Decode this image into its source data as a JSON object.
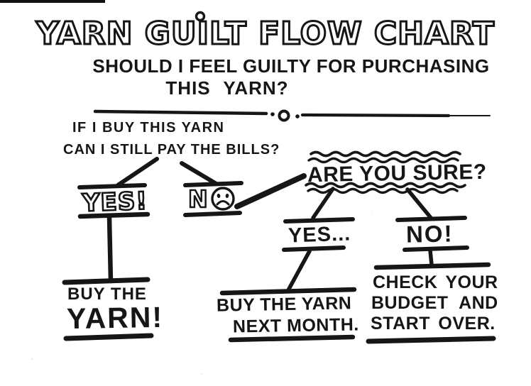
{
  "page": {
    "title": "YARN GUILT FLOW CHART",
    "subtitle_line1": "SHOULD I FEEL GUILTY FOR PURCHASING",
    "subtitle_line2": "THIS YARN?"
  },
  "flowchart": {
    "question_line1": "IF I BUY THIS YARN",
    "question_line2": "CAN I STILL PAY THE BILLS?",
    "nodes": {
      "yes_primary": {
        "label": "YES!"
      },
      "no_primary": {
        "letter": "N",
        "face_icon": "sad-face-icon"
      },
      "are_you_sure": {
        "label": "ARE YOU SURE?"
      },
      "yes_secondary": {
        "label": "YES..."
      },
      "no_secondary": {
        "label": "NO!"
      },
      "outcome_buy_line1": "BUY THE",
      "outcome_buy_line2": "YARN!",
      "outcome_month_line1": "BUY THE YARN",
      "outcome_month_line2": "NEXT MONTH.",
      "outcome_budget_line1": "CHECK YOUR",
      "outcome_budget_line2": "BUDGET AND",
      "outcome_budget_line3": "START OVER."
    }
  },
  "colors": {
    "ink": "#161616",
    "paper": "#ffffff"
  }
}
